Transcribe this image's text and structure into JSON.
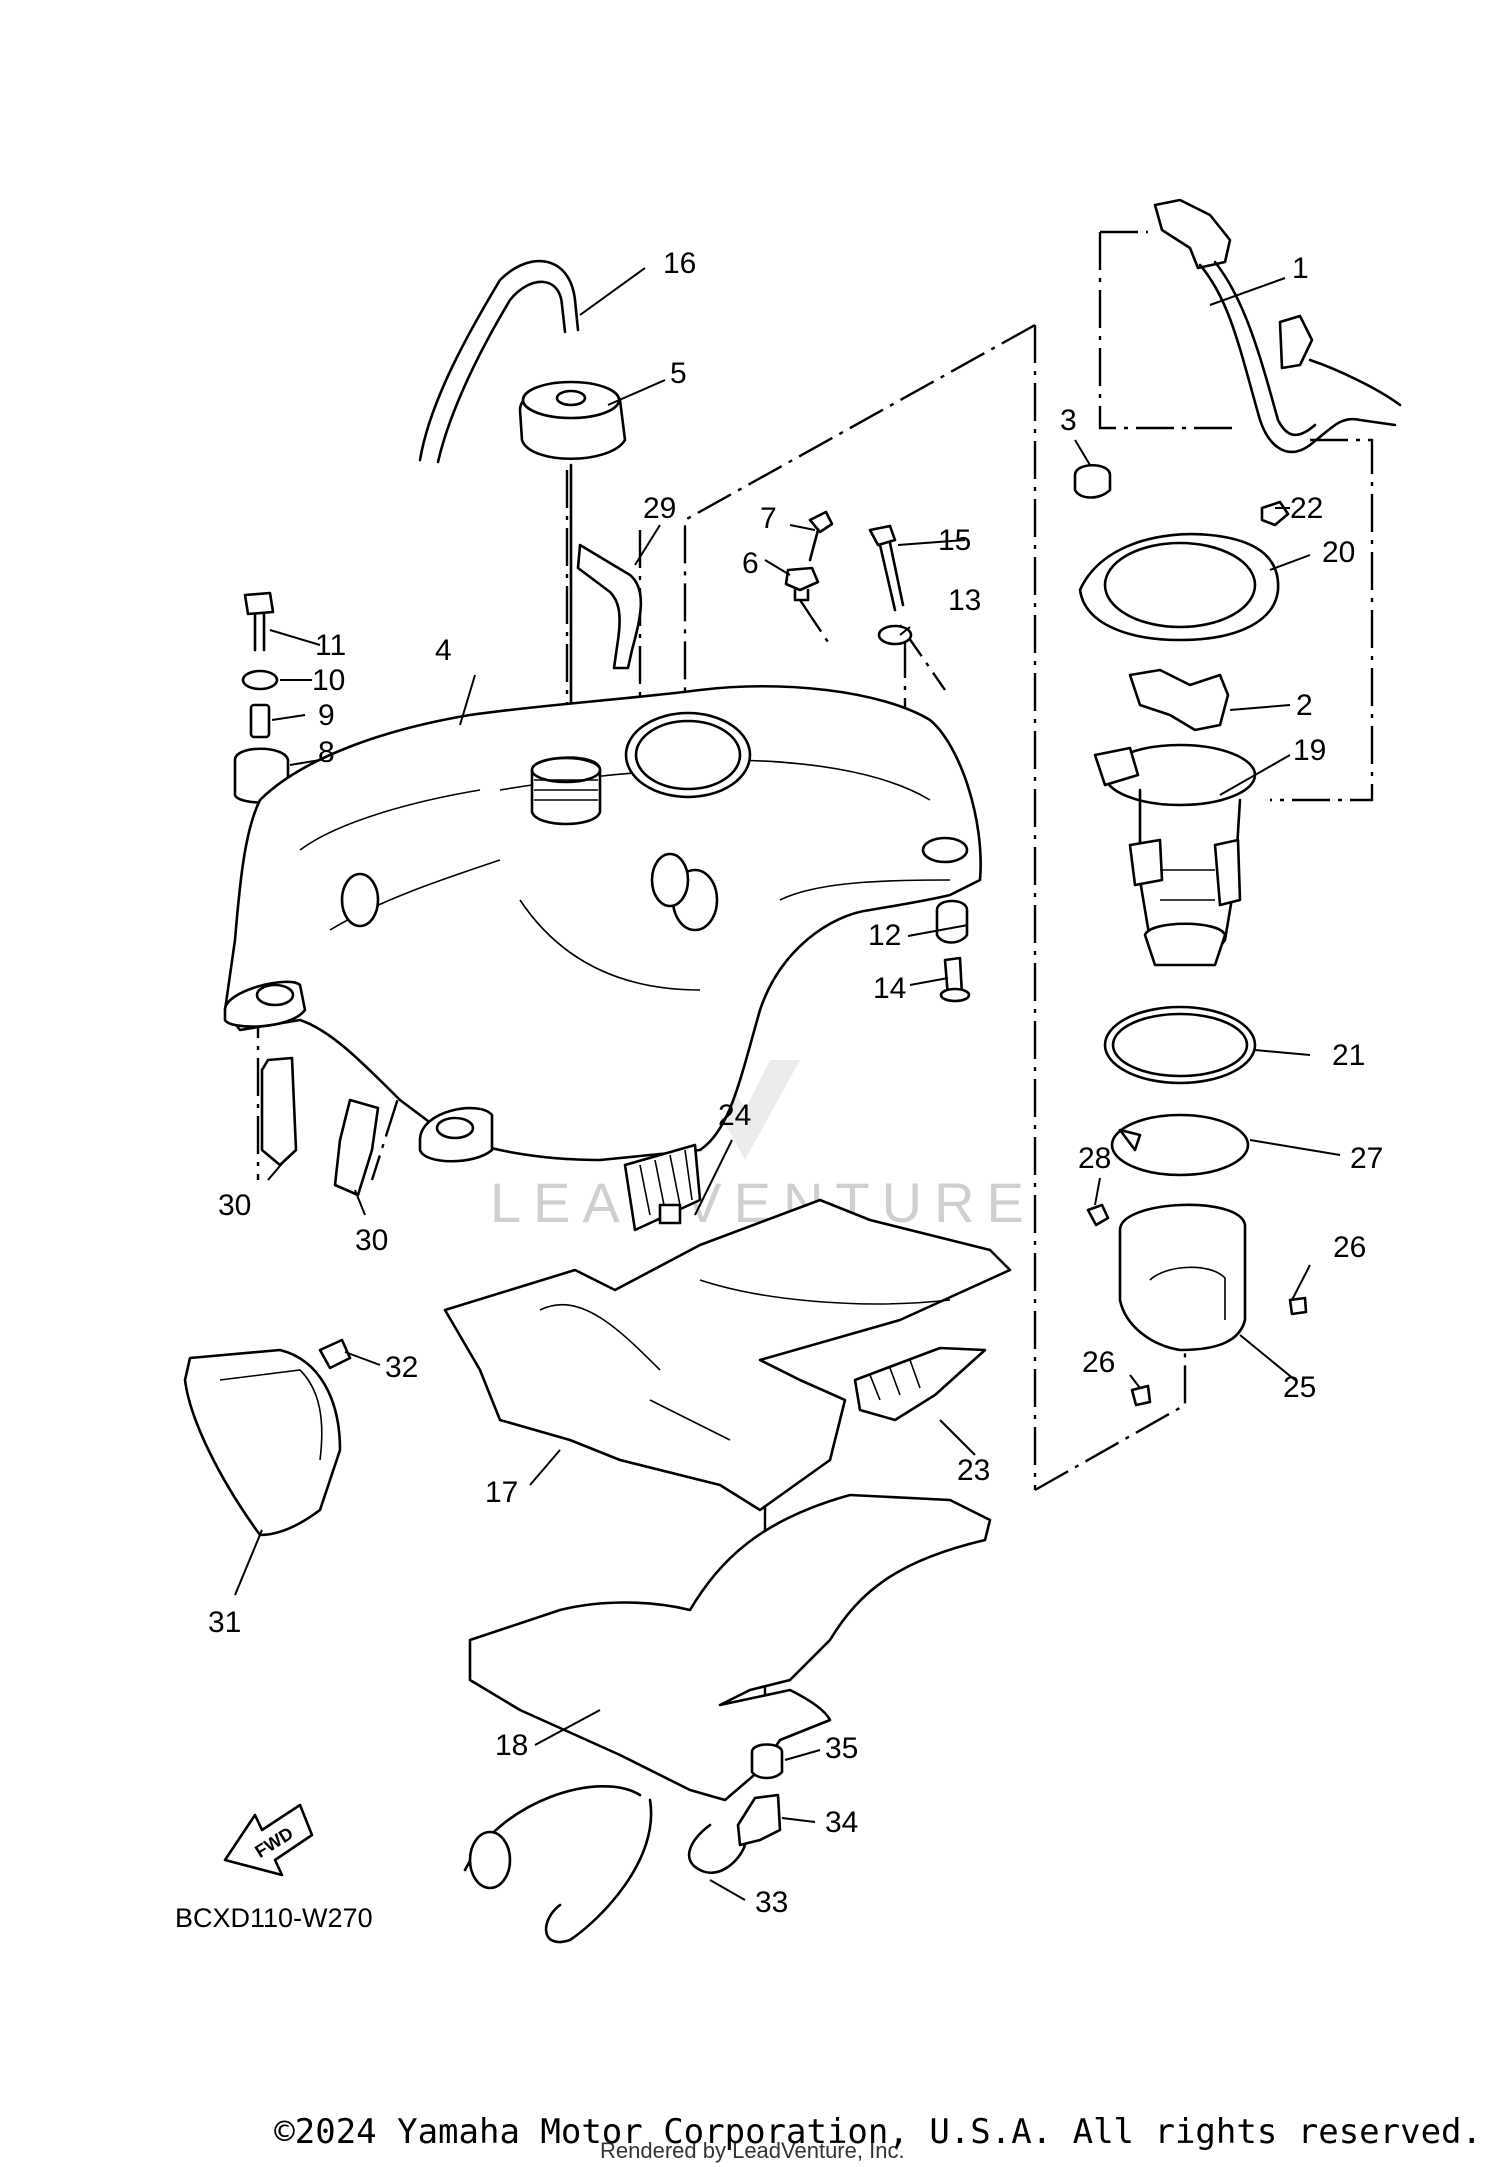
{
  "diagram": {
    "code": "BCXD110-W270",
    "fwd_label": "FWD",
    "watermark_text": "LEADVENTURE",
    "callouts": [
      "1",
      "2",
      "3",
      "4",
      "5",
      "6",
      "7",
      "8",
      "9",
      "10",
      "11",
      "12",
      "13",
      "14",
      "15",
      "16",
      "17",
      "18",
      "19",
      "20",
      "21",
      "22",
      "23",
      "24",
      "25",
      "26",
      "26",
      "27",
      "28",
      "29",
      "30",
      "30",
      "31",
      "32",
      "33",
      "34",
      "35"
    ]
  },
  "footer": {
    "copyright": "©2024 Yamaha Motor Corporation, U.S.A. All rights reserved.",
    "rendered_by": "Rendered by LeadVenture, Inc."
  }
}
